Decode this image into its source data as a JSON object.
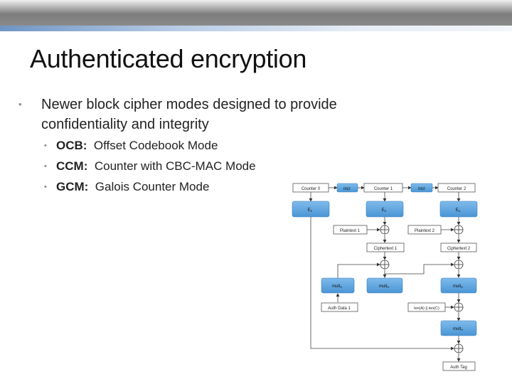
{
  "slide": {
    "title": "Authenticated encryption",
    "bullet1": "Newer block cipher modes designed to provide confidentiality and integrity",
    "sub": [
      {
        "term": "OCB:",
        "desc": "Offset Codebook Mode"
      },
      {
        "term": "CCM:",
        "desc": "Counter with CBC-MAC Mode"
      },
      {
        "term": "GCM:",
        "desc": "Galois Counter Mode"
      }
    ]
  },
  "diagram": {
    "counter0": "Counter 0",
    "incr1": "incr",
    "counter1": "Counter 1",
    "incr2": "incr",
    "counter2": "Counter 2",
    "ek1": "E",
    "ek2": "E",
    "ek3": "E",
    "ek_sub": "K",
    "plaintext1": "Plaintext 1",
    "plaintext2": "Plaintext 2",
    "ciphertext1": "Ciphertext 1",
    "ciphertext2": "Ciphertext 2",
    "mult1": "mult",
    "mult2": "mult",
    "mult3": "mult",
    "mult4": "mult",
    "mult_sub": "H",
    "authdata": "Auth Data 1",
    "lenbox": "len(A) || len(C)",
    "authtag": "Auth Tag"
  }
}
